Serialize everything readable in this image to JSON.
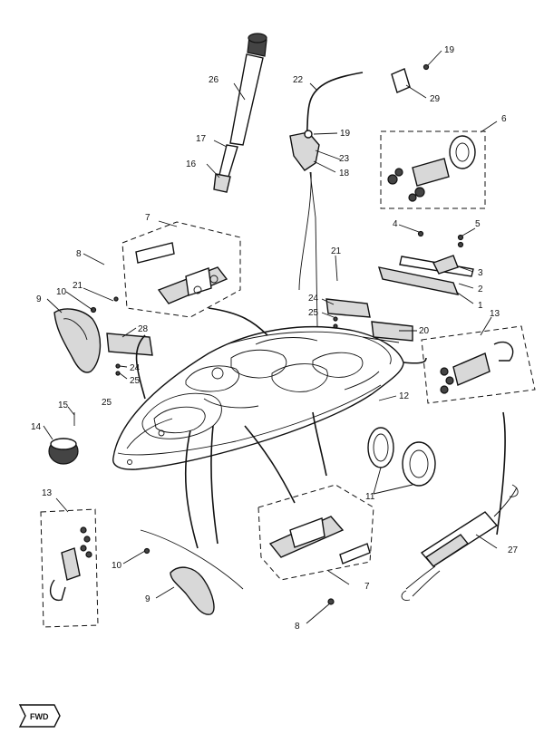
{
  "callouts": {
    "c1": "1",
    "c2": "2",
    "c3": "3",
    "c4": "4",
    "c5": "5",
    "c6": "6",
    "c7a": "7",
    "c7b": "7",
    "c8a": "8",
    "c8b": "8",
    "c9a": "9",
    "c9b": "9",
    "c10a": "10",
    "c10b": "10",
    "c11": "11",
    "c12": "12",
    "c13a": "13",
    "c13b": "13",
    "c14": "14",
    "c15": "15",
    "c16": "16",
    "c17": "17",
    "c18": "18",
    "c19a": "19",
    "c19b": "19",
    "c20": "20",
    "c21a": "21",
    "c21b": "21",
    "c22": "22",
    "c23": "23",
    "c24a": "24",
    "c24b": "24",
    "c25a": "25",
    "c25b": "25",
    "c25c": "25",
    "c26": "26",
    "c27": "27",
    "c28": "28",
    "c29": "29"
  },
  "fwd_label": "FWD"
}
